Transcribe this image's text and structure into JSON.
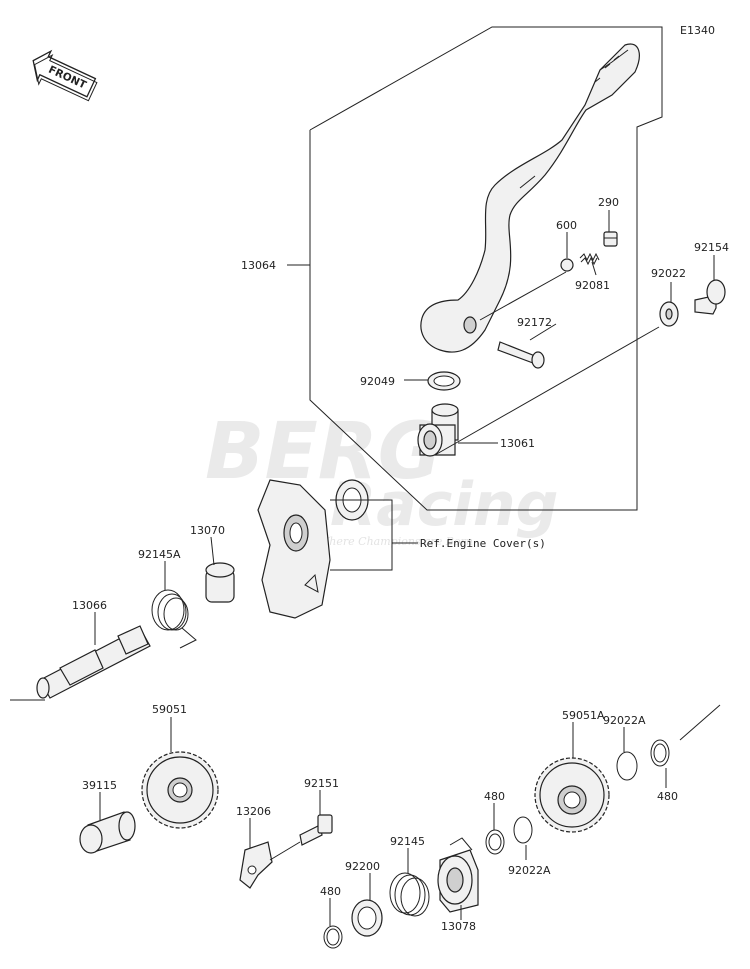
{
  "diagram_code": "E1340",
  "front_label": "FRONT",
  "watermark": {
    "brand": "BERG",
    "sub": "Racing",
    "tagline": "Where Champions are Born"
  },
  "reference_note": "Ref.Engine Cover(s)",
  "parts": [
    {
      "id": "13064",
      "label": "13064"
    },
    {
      "id": "600",
      "label": "600"
    },
    {
      "id": "290",
      "label": "290"
    },
    {
      "id": "92081",
      "label": "92081"
    },
    {
      "id": "92022",
      "label": "92022"
    },
    {
      "id": "92154",
      "label": "92154"
    },
    {
      "id": "92172",
      "label": "92172"
    },
    {
      "id": "92049",
      "label": "92049"
    },
    {
      "id": "13061",
      "label": "13061"
    },
    {
      "id": "13070",
      "label": "13070"
    },
    {
      "id": "92145A",
      "label": "92145A"
    },
    {
      "id": "13066",
      "label": "13066"
    },
    {
      "id": "59051",
      "label": "59051"
    },
    {
      "id": "59051A",
      "label": "59051A"
    },
    {
      "id": "92022A-top",
      "label": "92022A"
    },
    {
      "id": "480-right",
      "label": "480"
    },
    {
      "id": "39115",
      "label": "39115"
    },
    {
      "id": "92151",
      "label": "92151"
    },
    {
      "id": "13206",
      "label": "13206"
    },
    {
      "id": "480-mid",
      "label": "480"
    },
    {
      "id": "92022A-bottom",
      "label": "92022A"
    },
    {
      "id": "92145",
      "label": "92145"
    },
    {
      "id": "92200",
      "label": "92200"
    },
    {
      "id": "480-left",
      "label": "480"
    },
    {
      "id": "13078",
      "label": "13078"
    }
  ]
}
